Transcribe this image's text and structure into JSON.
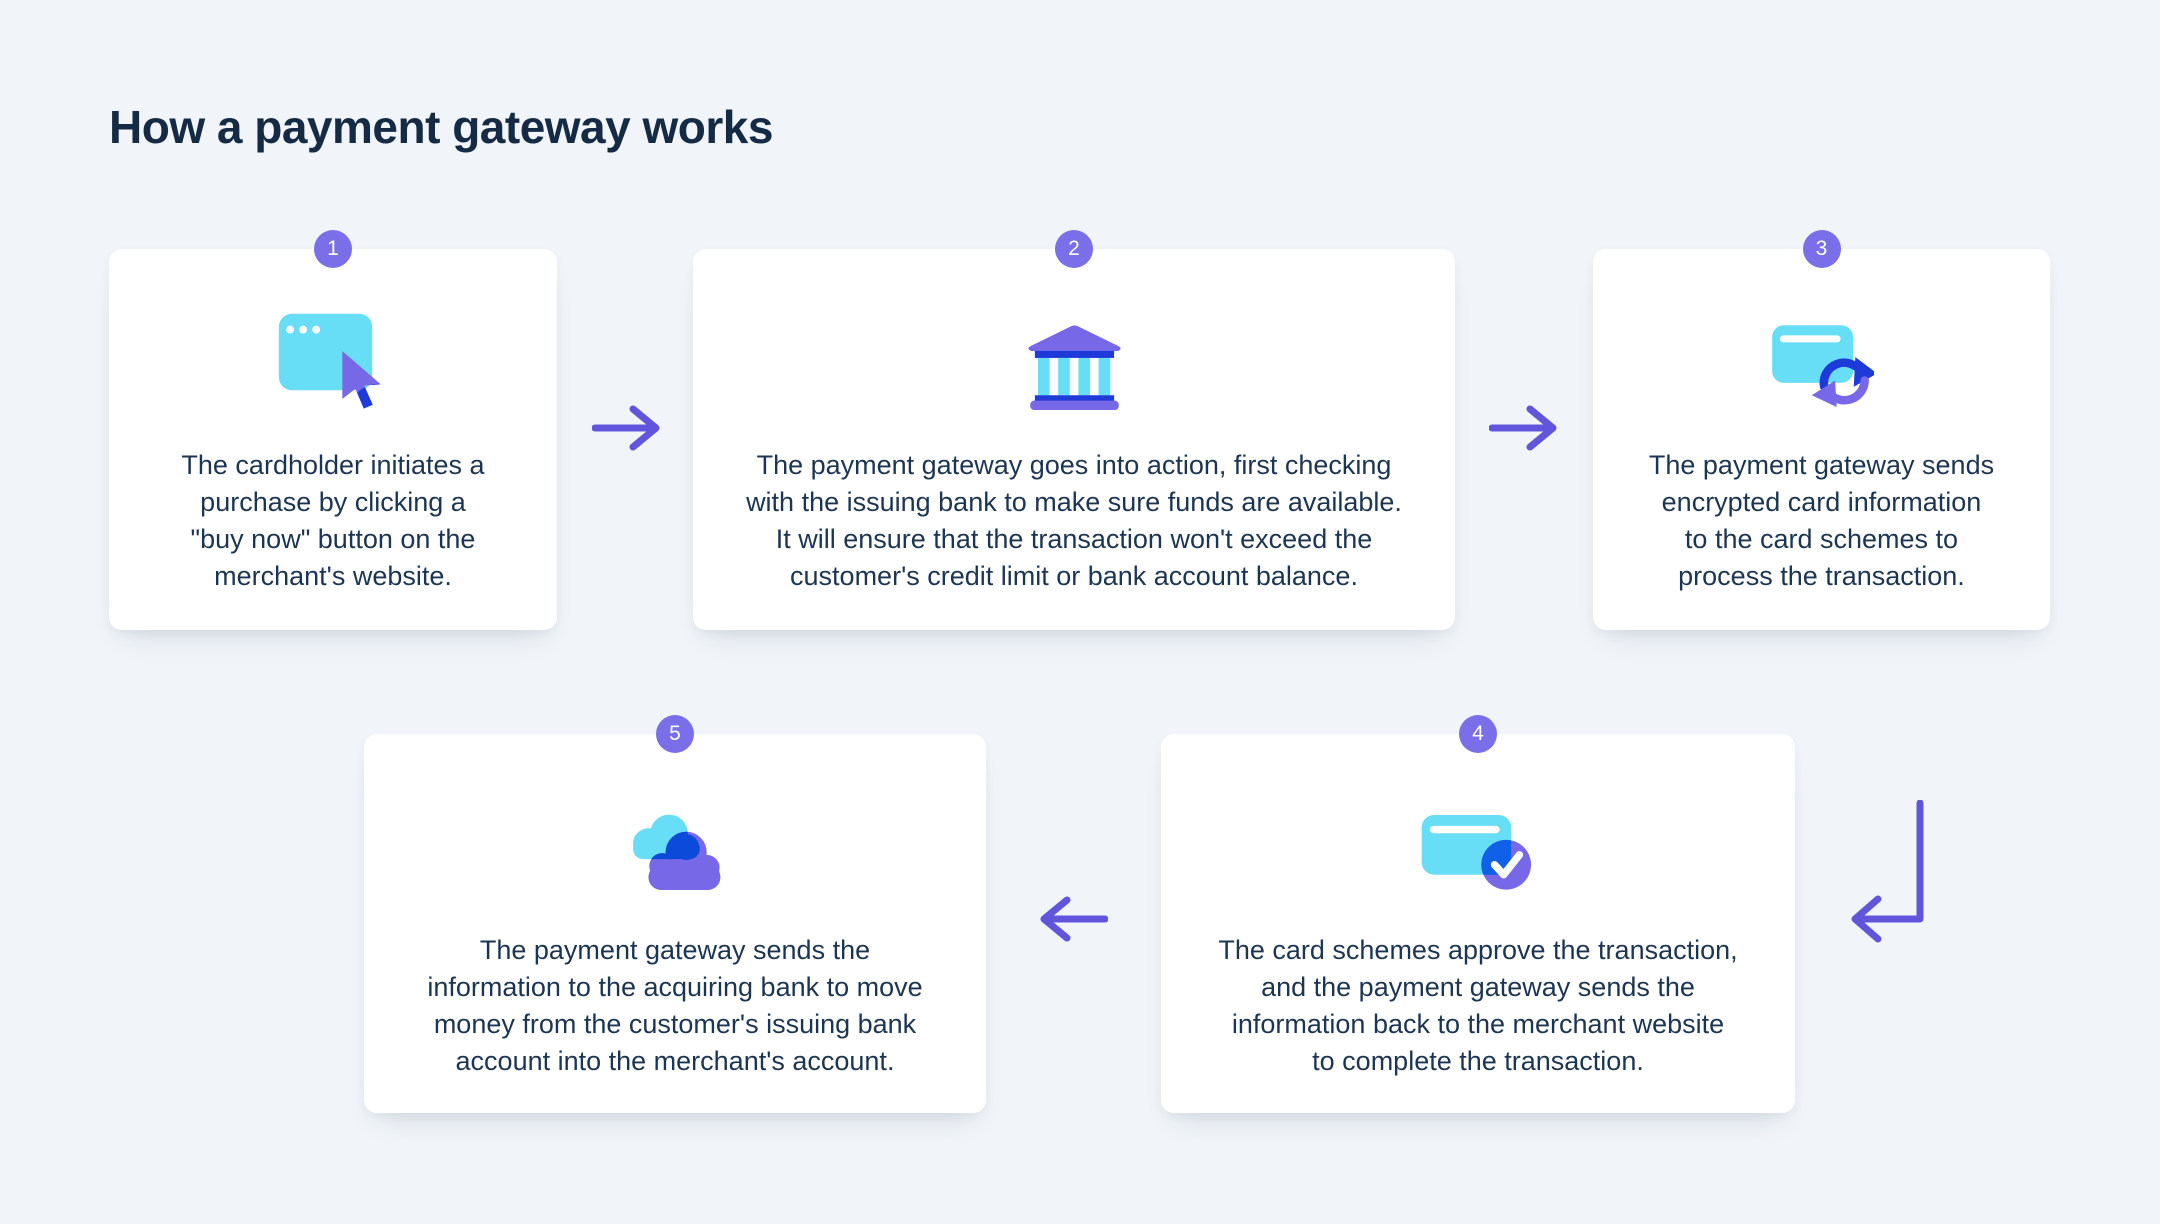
{
  "page": {
    "title": "How a payment gateway works",
    "background_color": "#f1f5f9"
  },
  "colors": {
    "card_background": "#ffffff",
    "text_navy": "#1c3552",
    "badge_purple": "#7a6fe8",
    "arrow_purple": "#6156db",
    "icon_purple": "#7668e6",
    "icon_cyan": "#68def6",
    "icon_blue": "#1e3ad9"
  },
  "cards": [
    {
      "number": "1",
      "icon": "browser-click-icon",
      "lines": [
        "The cardholder initiates a",
        "purchase by clicking a",
        "\"buy now\" button on the",
        "merchant's website."
      ]
    },
    {
      "number": "2",
      "icon": "bank-icon",
      "lines": [
        "The payment gateway goes into action, first checking",
        "with the issuing bank to make sure funds are available.",
        "It will ensure that the transaction won't exceed the",
        "customer's credit limit or bank account balance."
      ]
    },
    {
      "number": "3",
      "icon": "card-sync-icon",
      "lines": [
        "The payment gateway sends",
        "encrypted card information",
        "to the card schemes to",
        "process the transaction."
      ]
    },
    {
      "number": "4",
      "icon": "card-approved-icon",
      "lines": [
        "The card schemes approve the transaction,",
        "and the payment gateway sends the",
        "information back to the merchant website",
        "to complete the transaction."
      ]
    },
    {
      "number": "5",
      "icon": "cloud-transfer-icon",
      "lines": [
        "The payment gateway sends the",
        "information to the acquiring bank to move",
        "money from the customer's issuing bank",
        "account into the merchant's account."
      ]
    }
  ],
  "arrows": [
    {
      "name": "arrow-step1-to-step2",
      "direction": "right"
    },
    {
      "name": "arrow-step2-to-step3",
      "direction": "right"
    },
    {
      "name": "arrow-step3-to-step4",
      "direction": "down-left"
    },
    {
      "name": "arrow-step4-to-step5",
      "direction": "left"
    }
  ]
}
